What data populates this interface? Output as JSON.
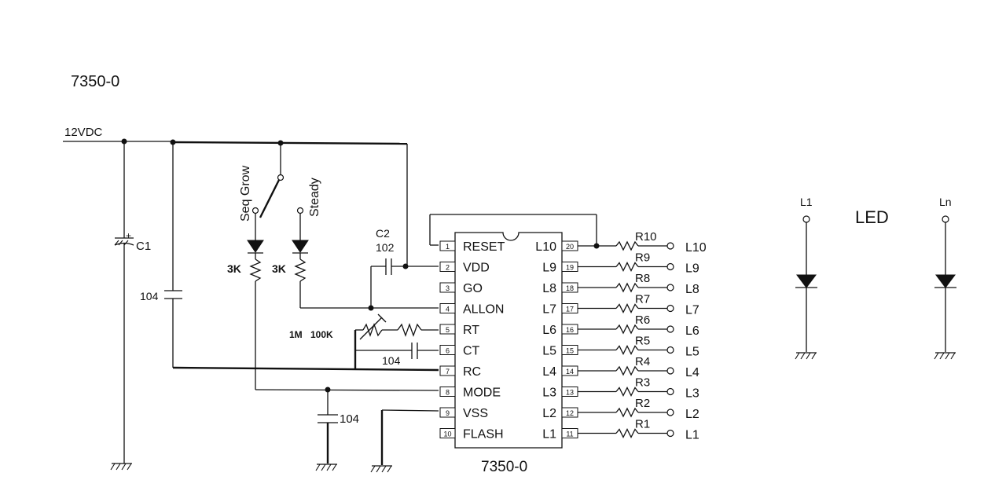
{
  "title": "7350-0",
  "supply_label": "12VDC",
  "c1_label": "C1",
  "c1_polarity": "+",
  "cap_104_left": "104",
  "switch_seq_grow": "Seq Grow",
  "switch_steady": "Steady",
  "res_3k_a": "3K",
  "res_3k_b": "3K",
  "c2_name": "C2",
  "c2_value": "102",
  "rt_pot_value": "1M",
  "rt_res_value": "100K",
  "ct_cap_value": "104",
  "mode_cap_value": "104",
  "chip_label": "7350-0",
  "ic_pins_left": [
    {
      "num": "1",
      "name": "RESET"
    },
    {
      "num": "2",
      "name": "VDD"
    },
    {
      "num": "3",
      "name": "GO"
    },
    {
      "num": "4",
      "name": "ALLON"
    },
    {
      "num": "5",
      "name": "RT"
    },
    {
      "num": "6",
      "name": "CT"
    },
    {
      "num": "7",
      "name": "RC"
    },
    {
      "num": "8",
      "name": "MODE"
    },
    {
      "num": "9",
      "name": "VSS"
    },
    {
      "num": "10",
      "name": "FLASH"
    }
  ],
  "ic_pins_right": [
    {
      "num": "20",
      "name": "L10",
      "res": "R10",
      "out": "L10"
    },
    {
      "num": "19",
      "name": "L9",
      "res": "R9",
      "out": "L9"
    },
    {
      "num": "18",
      "name": "L8",
      "res": "R8",
      "out": "L8"
    },
    {
      "num": "17",
      "name": "L7",
      "res": "R7",
      "out": "L7"
    },
    {
      "num": "16",
      "name": "L6",
      "res": "R6",
      "out": "L6"
    },
    {
      "num": "15",
      "name": "L5",
      "res": "R5",
      "out": "L5"
    },
    {
      "num": "14",
      "name": "L4",
      "res": "R4",
      "out": "L4"
    },
    {
      "num": "13",
      "name": "L3",
      "res": "R3",
      "out": "L3"
    },
    {
      "num": "12",
      "name": "L2",
      "res": "R2",
      "out": "L2"
    },
    {
      "num": "11",
      "name": "L1",
      "res": "R1",
      "out": "L1"
    }
  ],
  "led_title": "LED",
  "led_first_label": "L1",
  "led_last_label": "Ln"
}
